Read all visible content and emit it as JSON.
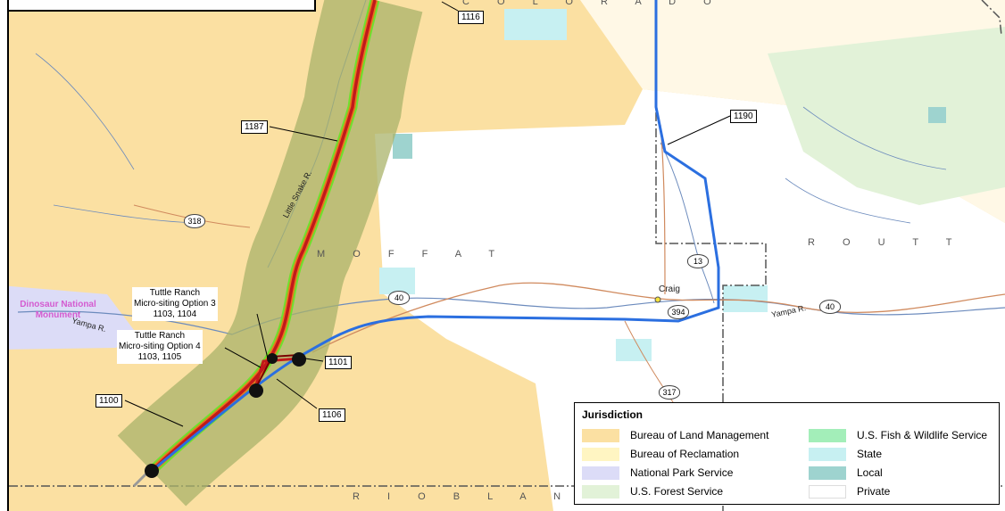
{
  "colors": {
    "blm": "#fbe0a2",
    "reclamation": "#fff5c2",
    "nps": "#dcdcf7",
    "forest": "#e2f2d8",
    "fws": "#a3eeb9",
    "state": "#c7f0f2",
    "local": "#9ed3cf",
    "private": "#ffffff",
    "corridor": "#a9b36a",
    "route_red": "#c2191b",
    "route_orange": "#e8761e",
    "route_green": "#6fe02e",
    "route_blue": "#2b6fe0",
    "river": "#6c8bbd"
  },
  "state_label": "C O L O R A D O",
  "county_labels": {
    "moffat": "M O F F A T",
    "routt": "R O U T T",
    "rio_blanco": "R I O   B L A N C O"
  },
  "place_labels": {
    "craig": "Craig",
    "dinosaur": "Dinosaur National Monument",
    "little_snake": "Little Snake R.",
    "yampa_w": "Yampa R.",
    "yampa_e": "Yampa R."
  },
  "highways": [
    "318",
    "40",
    "13",
    "394",
    "40",
    "317"
  ],
  "callouts": {
    "c1116": "1116",
    "c1187": "1187",
    "c1190": "1190",
    "c1101": "1101",
    "c1100": "1100",
    "c1106": "1106"
  },
  "annotations": {
    "opt3_line1": "Tuttle Ranch",
    "opt3_line2": "Micro-siting Option 3",
    "opt3_line3": "1103, 1104",
    "opt4_line1": "Tuttle Ranch",
    "opt4_line2": "Micro-siting Option 4",
    "opt4_line3": "1103, 1105"
  },
  "legend": {
    "title": "Jurisdiction",
    "items": [
      {
        "label": "Bureau of Land Management",
        "color_key": "blm"
      },
      {
        "label": "Bureau of Reclamation",
        "color_key": "reclamation"
      },
      {
        "label": "National Park Service",
        "color_key": "nps"
      },
      {
        "label": "U.S. Forest Service",
        "color_key": "forest"
      },
      {
        "label": "U.S. Fish & Wildlife Service",
        "color_key": "fws"
      },
      {
        "label": "State",
        "color_key": "state"
      },
      {
        "label": "Local",
        "color_key": "local"
      },
      {
        "label": "Private",
        "color_key": "private"
      }
    ]
  }
}
